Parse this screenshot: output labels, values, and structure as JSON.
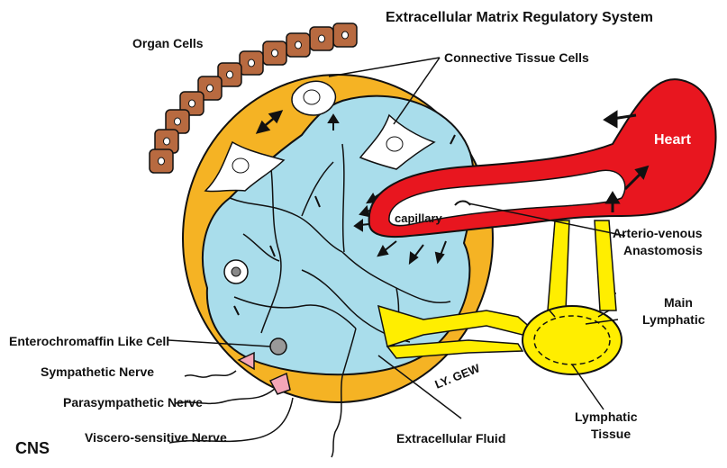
{
  "title": "Extracellular Matrix  Regulatory System",
  "labels": {
    "organ_cells": "Organ Cells",
    "connective_tissue_cells": "Connective Tissue Cells",
    "heart": "Heart",
    "capillary": "capillary",
    "arteriovenous_line1": "Arterio-venous",
    "arteriovenous_line2": "Anastomosis",
    "main_lymphatic_line1": "Main",
    "main_lymphatic_line2": "Lymphatic",
    "enterochromaffin": "Enterochromaffin Like Cell",
    "sympathetic": "Sympathetic Nerve",
    "parasympathetic": "Parasympathetic Nerve",
    "viscero_sensitive": "Viscero-sensitive Nerve",
    "cns": "CNS",
    "ly_gew": "LY. GEW",
    "extracellular_fluid": "Extracellular  Fluid",
    "lymphatic_tissue_line1": "Lymphatic",
    "lymphatic_tissue_line2": "Tissue"
  },
  "colors": {
    "matrix_ring": "#F5B324",
    "fluid": "#A9DDEB",
    "organ_cell": "#B86A40",
    "blood": "#E8161F",
    "lymph": "#FFEE00",
    "outline": "#111111"
  }
}
